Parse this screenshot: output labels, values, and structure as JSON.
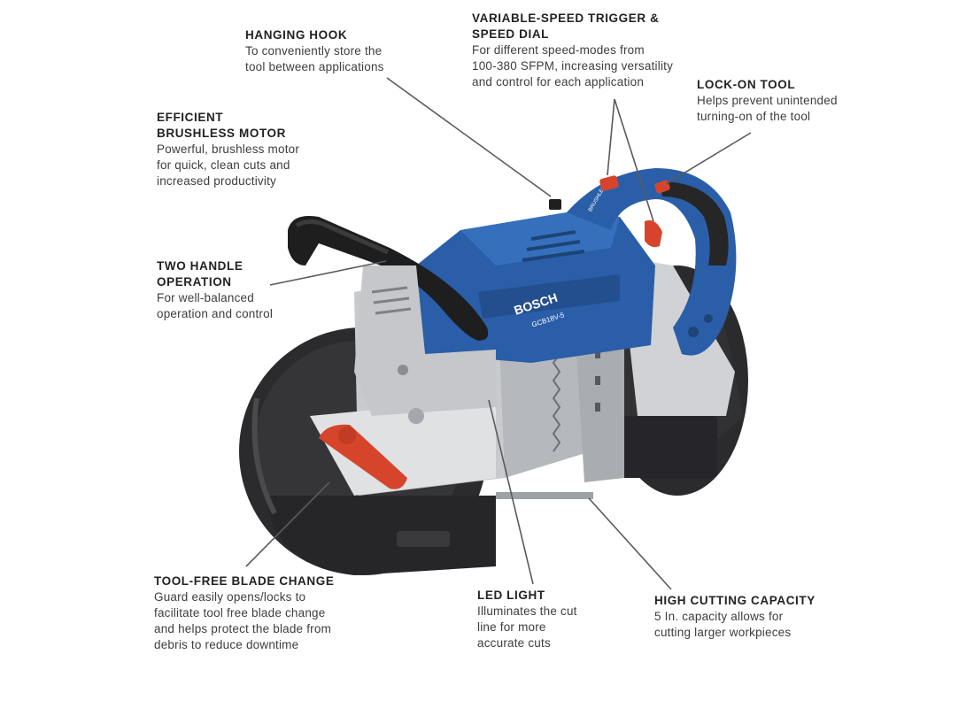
{
  "brand": {
    "logo_text": "BOSCH",
    "model_text": "GCB18V-5",
    "side_badge_text": "BRUSHLESS",
    "colors": {
      "body_blue": "#2a5ea8",
      "accent_red": "#d6452b",
      "guard_black": "#2b2b2d",
      "frame_gray": "#c8cacd"
    }
  },
  "callouts": {
    "hanging_hook": {
      "title": "HANGING HOOK",
      "desc": "To conveniently store the\ntool between applications"
    },
    "trigger": {
      "title": "VARIABLE-SPEED TRIGGER &\nSPEED DIAL",
      "desc": "For different speed-modes from\n100-380 SFPM, increasing versatility\nand control for each application"
    },
    "lock_on": {
      "title": "LOCK-ON TOOL",
      "desc": "Helps prevent unintended\nturning-on of the tool"
    },
    "motor": {
      "title": "EFFICIENT\nBRUSHLESS MOTOR",
      "desc": "Powerful, brushless motor\nfor quick, clean cuts and\nincreased productivity"
    },
    "two_handle": {
      "title": "TWO HANDLE\nOPERATION",
      "desc": "For well-balanced\noperation and control"
    },
    "blade_change": {
      "title": "TOOL-FREE BLADE CHANGE",
      "desc": "Guard easily opens/locks to\nfacilitate tool free blade change\nand helps protect the blade from\ndebris to reduce downtime"
    },
    "led_light": {
      "title": "LED LIGHT",
      "desc": "Illuminates the cut\nline for more\naccurate cuts"
    },
    "cutting_capacity": {
      "title": "HIGH CUTTING CAPACITY",
      "desc": "5 In. capacity allows for\ncutting larger workpieces"
    }
  }
}
